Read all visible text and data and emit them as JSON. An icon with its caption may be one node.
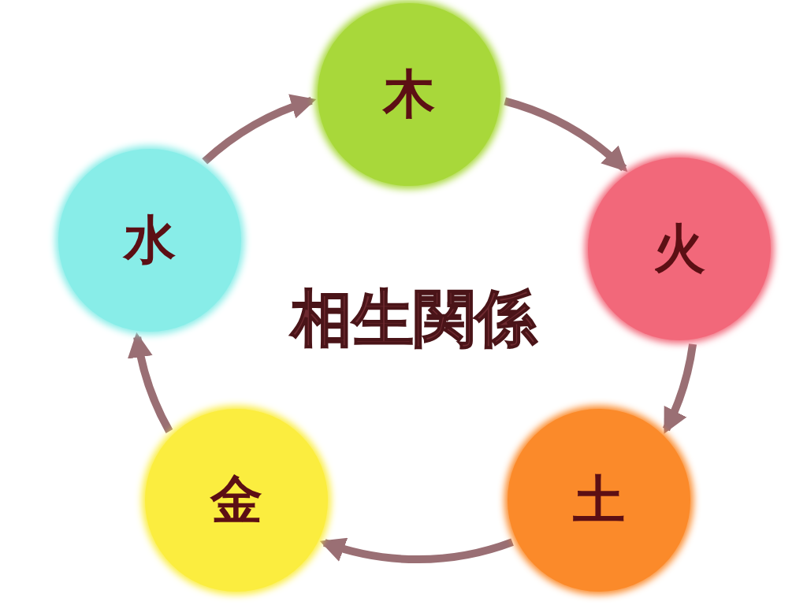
{
  "diagram": {
    "title": "相生関係",
    "nodes": [
      {
        "text": [
          "木"
        ]
      },
      {
        "text": [
          "火"
        ]
      },
      {
        "text": [
          "土"
        ]
      },
      {
        "text": [
          "金"
        ]
      },
      {
        "text": [
          "水"
        ]
      }
    ],
    "edges": [
      {
        "from": 0,
        "to": 1,
        "arrow": "to"
      },
      {
        "from": 1,
        "to": 2,
        "arrow": "to"
      },
      {
        "from": 2,
        "to": 3,
        "arrow": "to"
      },
      {
        "from": 3,
        "to": 4,
        "arrow": "to"
      },
      {
        "from": 4,
        "to": 0,
        "arrow": "to"
      }
    ]
  }
}
